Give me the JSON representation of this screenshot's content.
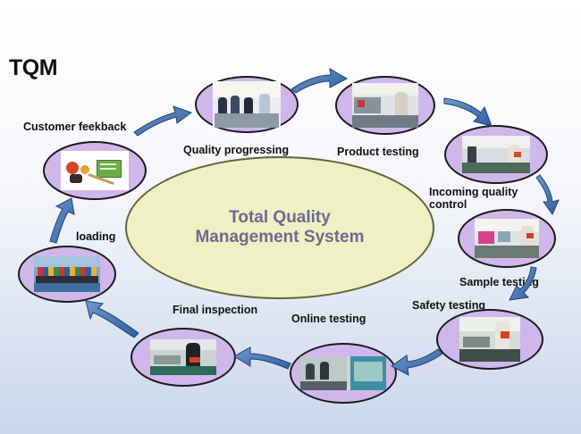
{
  "title": "TQM",
  "center": {
    "line1": "Total Quality",
    "line2": "Management System"
  },
  "steps": {
    "quality_progressing": "Quality progressing",
    "product_testing": "Product testing",
    "incoming_quality_control_1": "Incoming quality",
    "incoming_quality_control_2": "control",
    "sample_testing": "Sample testing",
    "safety_testing": "Safety testing",
    "online_testing": "Online testing",
    "final_inspection": "Final inspection",
    "loading": "loading",
    "customer_feedback": "Customer feekback"
  },
  "colors": {
    "step_fill": "#cfb7ec",
    "center_fill": "#eff0c4",
    "center_text": "#6b6b8f",
    "arrow": "#3f72b0"
  },
  "icons": {
    "arrow": "curved-arrow-icon"
  }
}
